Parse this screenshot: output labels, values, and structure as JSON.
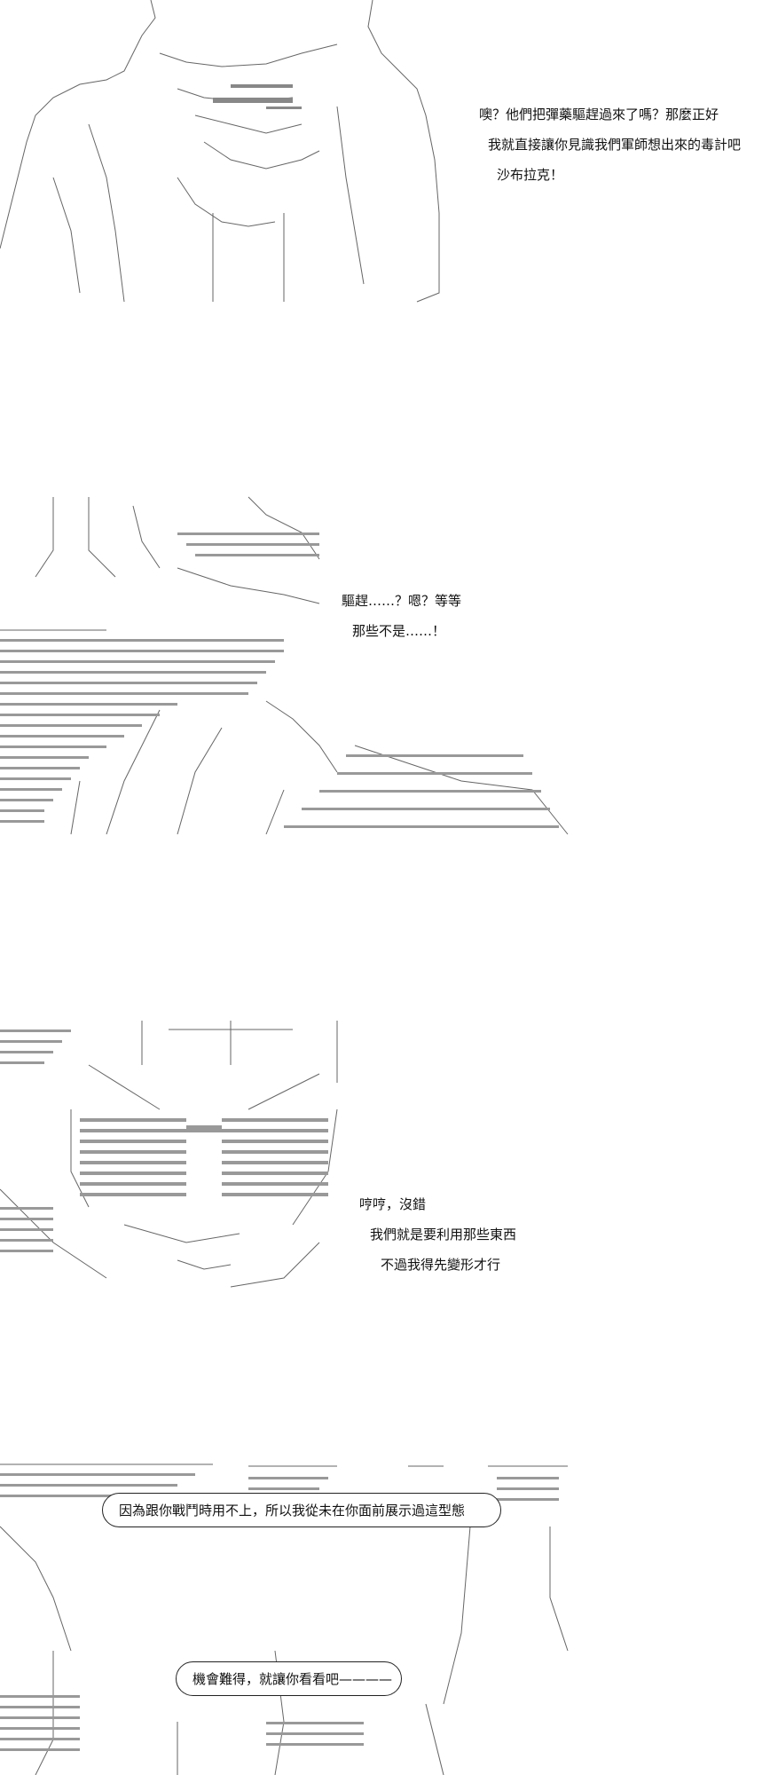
{
  "panels": [
    {
      "id": "panel-1",
      "lines": [
        "噢？他們把彈藥驅趕過來了嗎？那麼正好",
        "我就直接讓你見識我們軍師想出來的毒計吧",
        "沙布拉克！"
      ]
    },
    {
      "id": "panel-2",
      "lines": [
        "驅趕……？嗯？等等",
        "那些不是……！"
      ]
    },
    {
      "id": "panel-3",
      "lines": [
        "哼哼，沒錯",
        "我們就是要利用那些東西",
        "不過我得先變形才行"
      ]
    },
    {
      "id": "panel-4",
      "bubbles": [
        "因為跟你戰鬥時用不上，所以我從未在你面前展示過這型態",
        "機會難得，就讓你看看吧————"
      ]
    }
  ],
  "colors": {
    "ink": "#111111",
    "line_art": "#555555",
    "background": "#ffffff"
  }
}
